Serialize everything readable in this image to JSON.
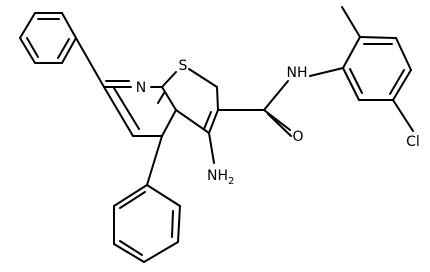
{
  "atoms": {
    "ring_n": "N",
    "ring_s": "S",
    "amide_nh": "NH",
    "carbonyl_o": "O",
    "amino": "NH",
    "amino_sub": "2",
    "chlorine": "Cl"
  },
  "colors": {
    "bond": "#000000",
    "background": "#ffffff"
  }
}
